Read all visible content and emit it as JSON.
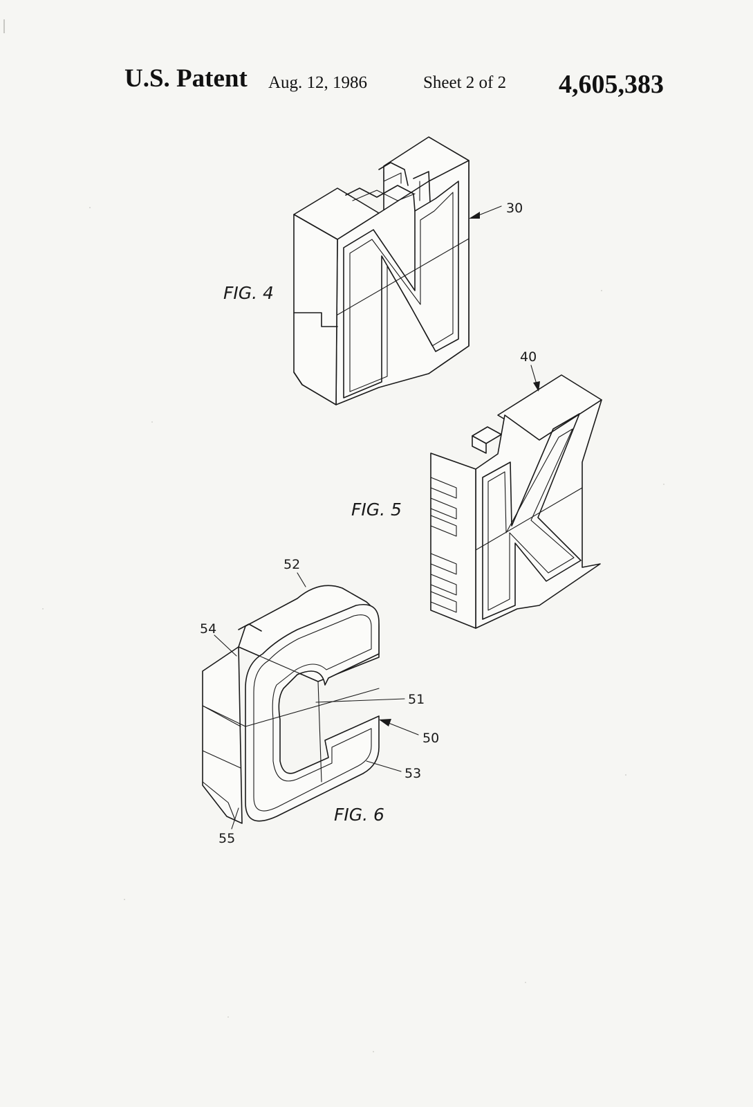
{
  "header": {
    "title": "U.S. Patent",
    "date": "Aug. 12, 1986",
    "sheet": "Sheet 2 of 2",
    "patent_number": "4,605,383"
  },
  "figures": [
    {
      "caption": "FIG. 4",
      "reference_numerals": [
        "30"
      ]
    },
    {
      "caption": "FIG. 5",
      "reference_numerals": [
        "40"
      ]
    },
    {
      "caption": "FIG. 6",
      "reference_numerals": [
        "52",
        "54",
        "51",
        "50",
        "53",
        "55"
      ]
    }
  ]
}
